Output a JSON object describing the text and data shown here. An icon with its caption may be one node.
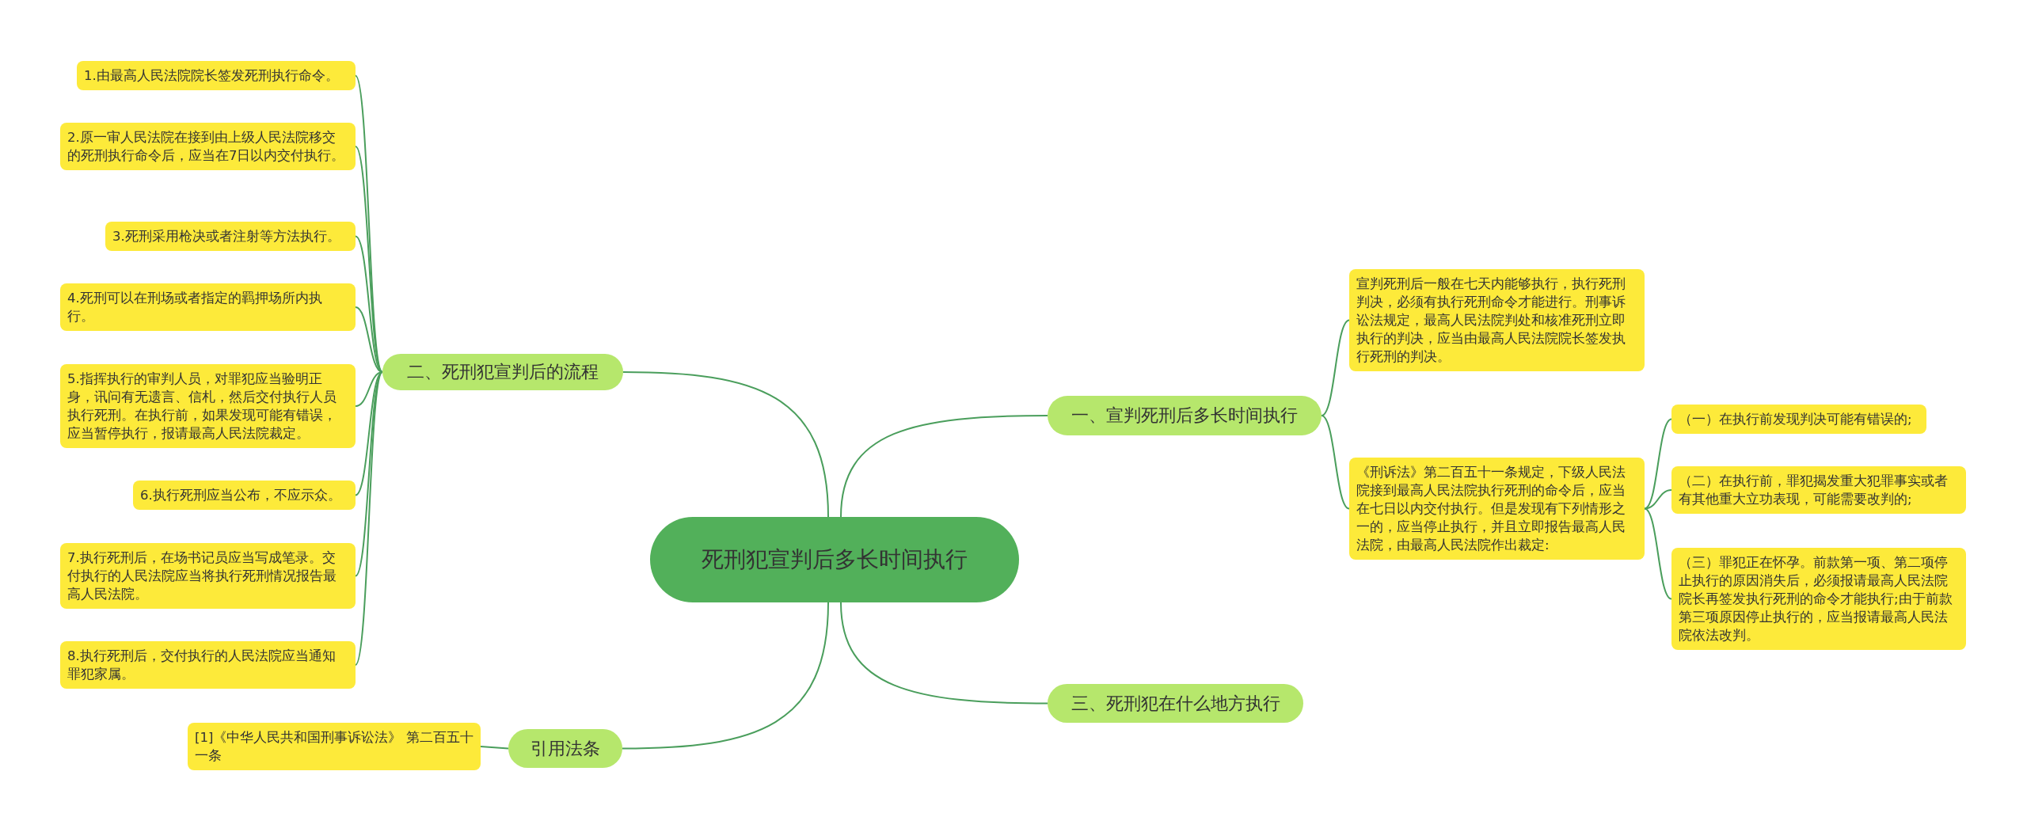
{
  "diagram": {
    "nodes": [
      {
        "text": [
          "死刑犯宣判后多长时间执行"
        ]
      },
      {
        "text": [
          "二、死刑犯宣判后的流程"
        ]
      },
      {
        "text": [
          "1.由最高人民法院院长签发死刑执行命令。"
        ]
      },
      {
        "text": [
          "2.原一审人民法院在接到由上级人民法院移交的死刑执行命令后，应当在7日以内交付执行。"
        ]
      },
      {
        "text": [
          "3.死刑采用枪决或者注射等方法执行。"
        ]
      },
      {
        "text": [
          "4.死刑可以在刑场或者指定的羁押场所内执行。"
        ]
      },
      {
        "text": [
          "5.指挥执行的审判人员，对罪犯应当验明正身，讯问有无遗言、信札，然后交付执行人员执行死刑。在执行前，如果发现可能有错误，应当暂停执行，报请最高人民法院裁定。"
        ]
      },
      {
        "text": [
          "6.执行死刑应当公布，不应示众。"
        ]
      },
      {
        "text": [
          "7.执行死刑后，在场书记员应当写成笔录。交付执行的人民法院应当将执行死刑情况报告最高人民法院。"
        ]
      },
      {
        "text": [
          "8.执行死刑后，交付执行的人民法院应当通知罪犯家属。"
        ]
      },
      {
        "text": [
          "引用法条"
        ]
      },
      {
        "text": [
          "[1]《中华人民共和国刑事诉讼法》 第二百五十一条"
        ]
      },
      {
        "text": [
          "一、宣判死刑后多长时间执行"
        ]
      },
      {
        "text": [
          "宣判死刑后一般在七天内能够执行，执行死刑判决，必须有执行死刑命令才能进行。刑事诉讼法规定，最高人民法院判处和核准死刑立即执行的判决，应当由最高人民法院院长签发执行死刑的判决。"
        ]
      },
      {
        "text": [
          "《刑诉法》第二百五十一条规定，下级人民法院接到最高人民法院执行死刑的命令后，应当在七日以内交付执行。但是发现有下列情形之一的，应当停止执行，并且立即报告最高人民法院，由最高人民法院作出裁定:"
        ]
      },
      {
        "text": [
          "（一）在执行前发现判决可能有错误的;"
        ]
      },
      {
        "text": [
          "（二）在执行前，罪犯揭发重大犯罪事实或者有其他重大立功表现，可能需要改判的;"
        ]
      },
      {
        "text": [
          "（三）罪犯正在怀孕。前款第一项、第二项停止执行的原因消失后，必须报请最高人民法院院长再签发执行死刑的命令才能执行;由于前款第三项原因停止执行的，应当报请最高人民法院依法改判。"
        ]
      },
      {
        "text": [
          "三、死刑犯在什么地方执行"
        ]
      }
    ],
    "edges": [
      {
        "from": 0,
        "to": 1,
        "arrow": "none"
      },
      {
        "from": 1,
        "to": 2,
        "arrow": "none"
      },
      {
        "from": 1,
        "to": 3,
        "arrow": "none"
      },
      {
        "from": 1,
        "to": 4,
        "arrow": "none"
      },
      {
        "from": 1,
        "to": 5,
        "arrow": "none"
      },
      {
        "from": 1,
        "to": 6,
        "arrow": "none"
      },
      {
        "from": 1,
        "to": 7,
        "arrow": "none"
      },
      {
        "from": 1,
        "to": 8,
        "arrow": "none"
      },
      {
        "from": 1,
        "to": 9,
        "arrow": "none"
      },
      {
        "from": 0,
        "to": 10,
        "arrow": "none"
      },
      {
        "from": 10,
        "to": 11,
        "arrow": "none"
      },
      {
        "from": 0,
        "to": 12,
        "arrow": "none"
      },
      {
        "from": 12,
        "to": 13,
        "arrow": "none"
      },
      {
        "from": 12,
        "to": 14,
        "arrow": "none"
      },
      {
        "from": 14,
        "to": 15,
        "arrow": "none"
      },
      {
        "from": 14,
        "to": 16,
        "arrow": "none"
      },
      {
        "from": 14,
        "to": 17,
        "arrow": "none"
      },
      {
        "from": 0,
        "to": 18,
        "arrow": "none"
      }
    ]
  }
}
